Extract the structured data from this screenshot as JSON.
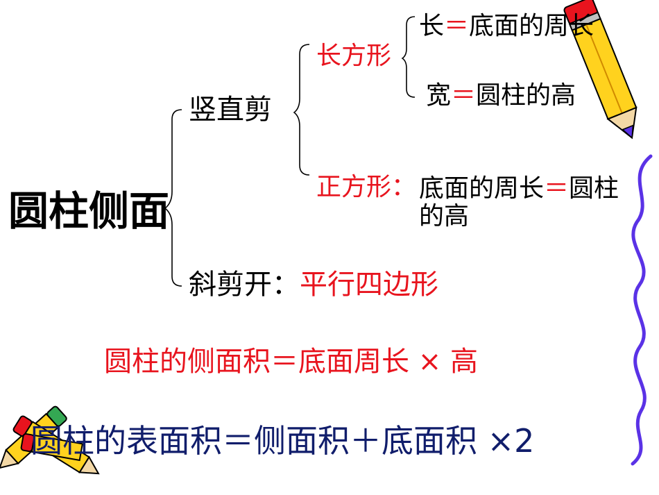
{
  "diagram": {
    "root": "圆柱侧面",
    "vertical_cut": {
      "label": "竖直剪",
      "rectangle": {
        "label": "长方形",
        "length_prefix": "长",
        "length_eq": "＝",
        "length_suffix": "底面的周长",
        "width_prefix": "宽",
        "width_eq": "＝",
        "width_suffix": "圆柱的高"
      },
      "square": {
        "label": "正方形：",
        "desc_part1": "底面的周长",
        "desc_eq": "＝",
        "desc_part2": "圆柱的高"
      }
    },
    "oblique_cut": {
      "label": "斜剪开：",
      "result": "平行四边形"
    }
  },
  "formulas": {
    "lateral_area": "圆柱的侧面积＝底面周长 × 高",
    "surface_area": "圆柱的表面积＝侧面积＋底面积 ×2"
  },
  "colors": {
    "text_black": "#000000",
    "accent_red": "#e8141e",
    "formula_navy": "#101d6b",
    "border_purple": "#5a32e6",
    "pencil_yellow": "#ffd21e"
  },
  "icons": {
    "top_right": "pencil-icon",
    "bottom_left": "pencils-icon"
  }
}
